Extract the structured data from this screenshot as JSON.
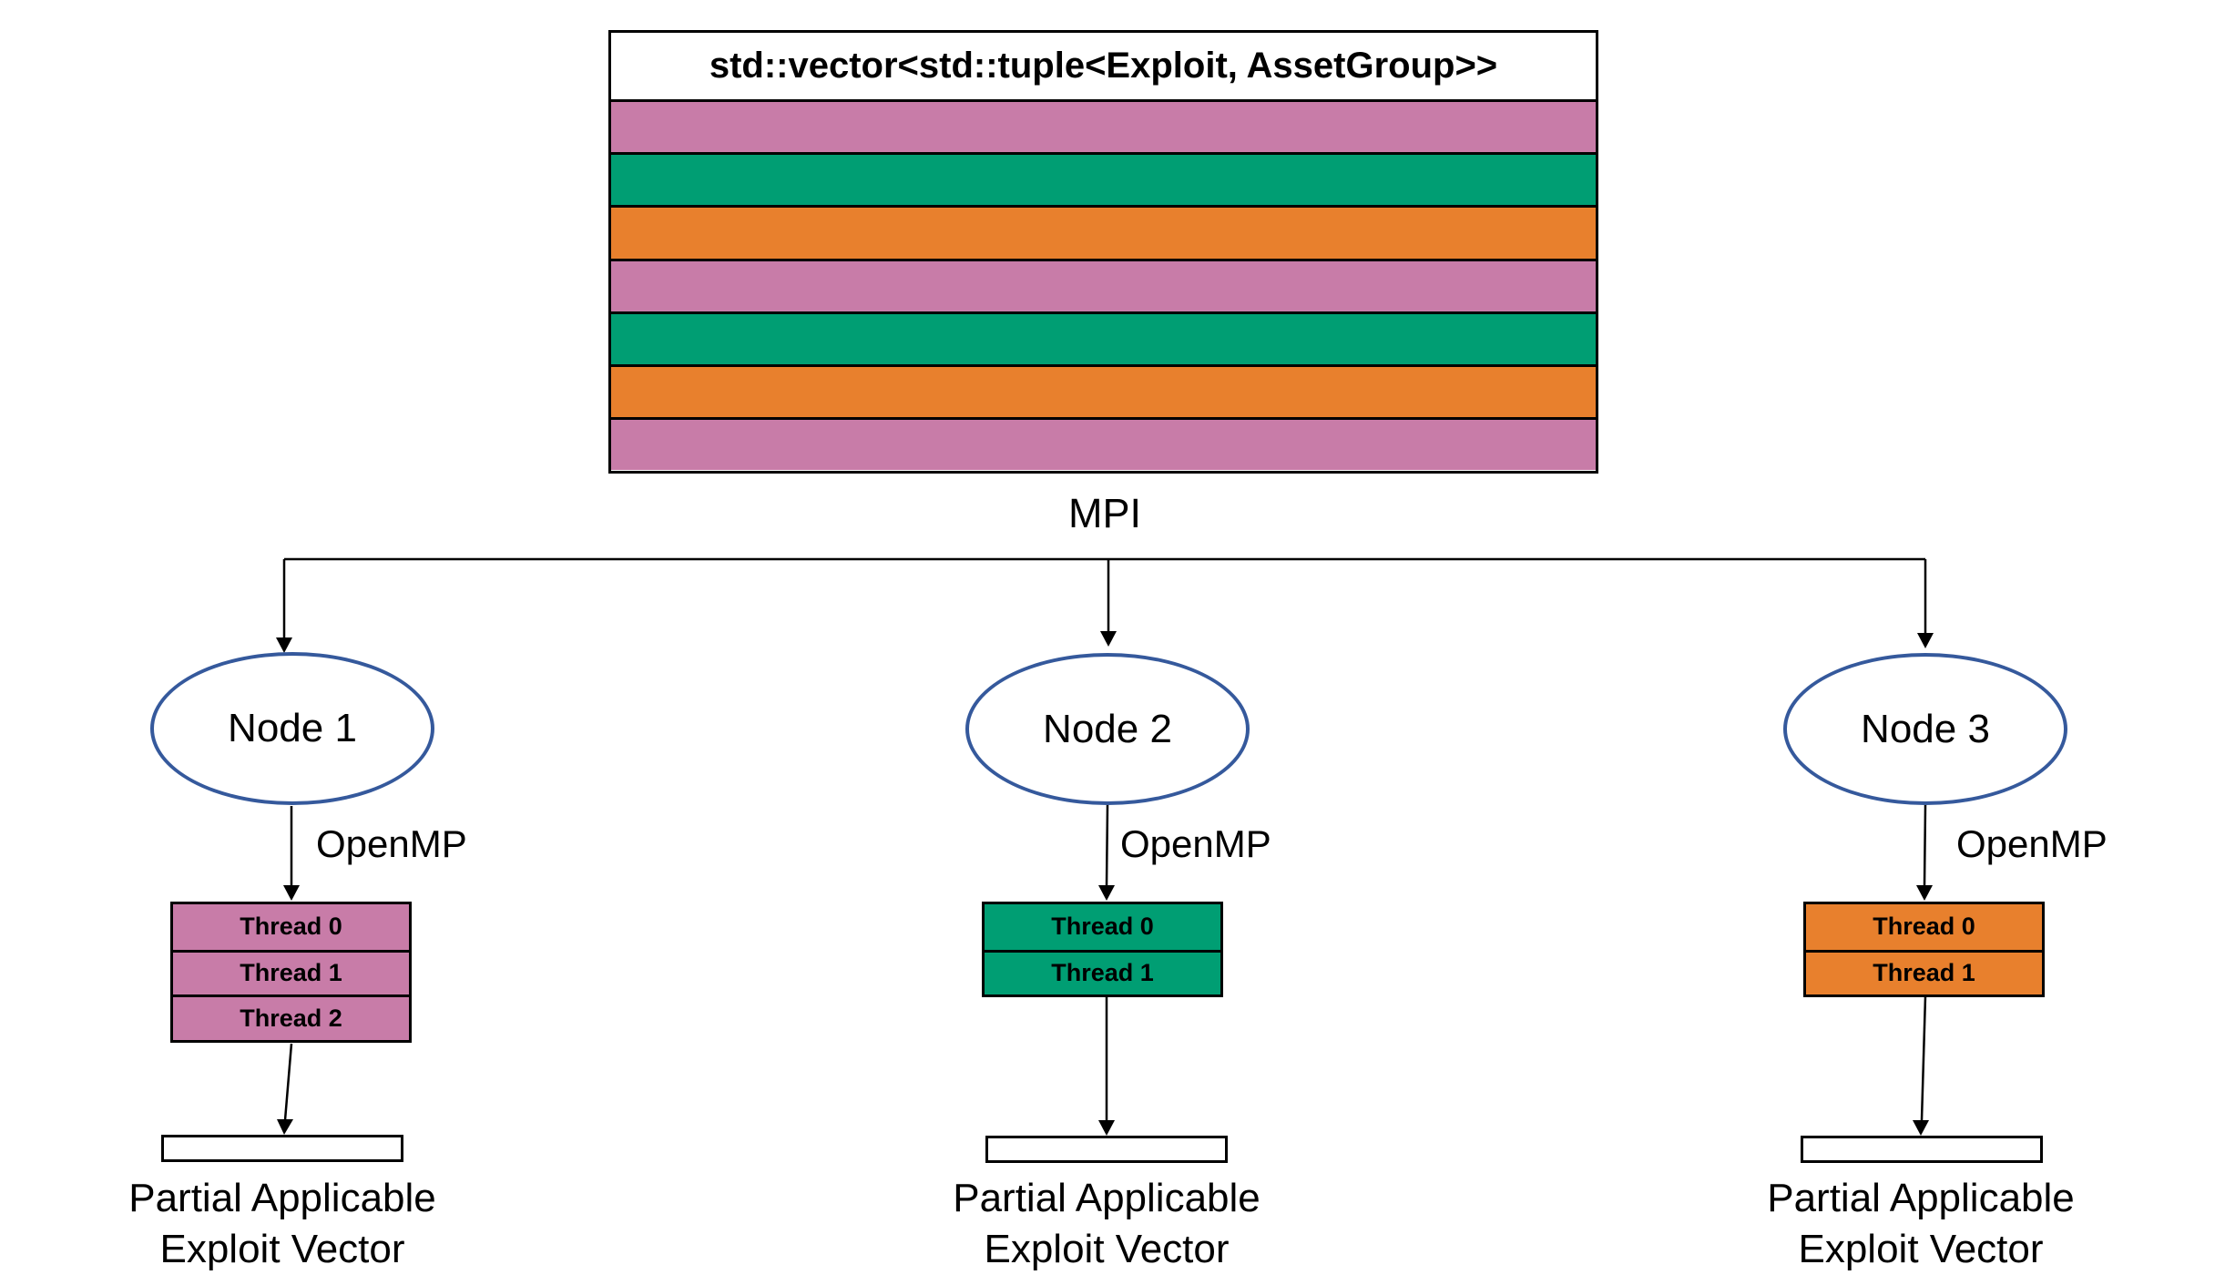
{
  "title_box": {
    "title": "std::vector<std::tuple<Exploit, AssetGroup>>",
    "stripe_colors": [
      "#C87CA8",
      "#009E73",
      "#E8802D",
      "#C87CA8",
      "#009E73",
      "#E8802D",
      "#C87CA8"
    ]
  },
  "mpi_label": "MPI",
  "nodes": [
    {
      "label": "Node 1",
      "openmp_label": "OpenMP",
      "thread_color": "#C87CA8",
      "threads": [
        "Thread 0",
        "Thread 1",
        "Thread 2"
      ],
      "output_line1": "Partial Applicable",
      "output_line2": "Exploit Vector"
    },
    {
      "label": "Node 2",
      "openmp_label": "OpenMP",
      "thread_color": "#009E73",
      "threads": [
        "Thread 0",
        "Thread 1"
      ],
      "output_line1": "Partial Applicable",
      "output_line2": "Exploit Vector"
    },
    {
      "label": "Node 3",
      "openmp_label": "OpenMP",
      "thread_color": "#E8802D",
      "threads": [
        "Thread 0",
        "Thread 1"
      ],
      "output_line1": "Partial Applicable",
      "output_line2": "Exploit Vector"
    }
  ],
  "colors": {
    "node_outline": "#35599C",
    "connector": "#000000",
    "stripe_pink": "#C87CA8",
    "stripe_green": "#009E73",
    "stripe_orange": "#E8802D"
  }
}
